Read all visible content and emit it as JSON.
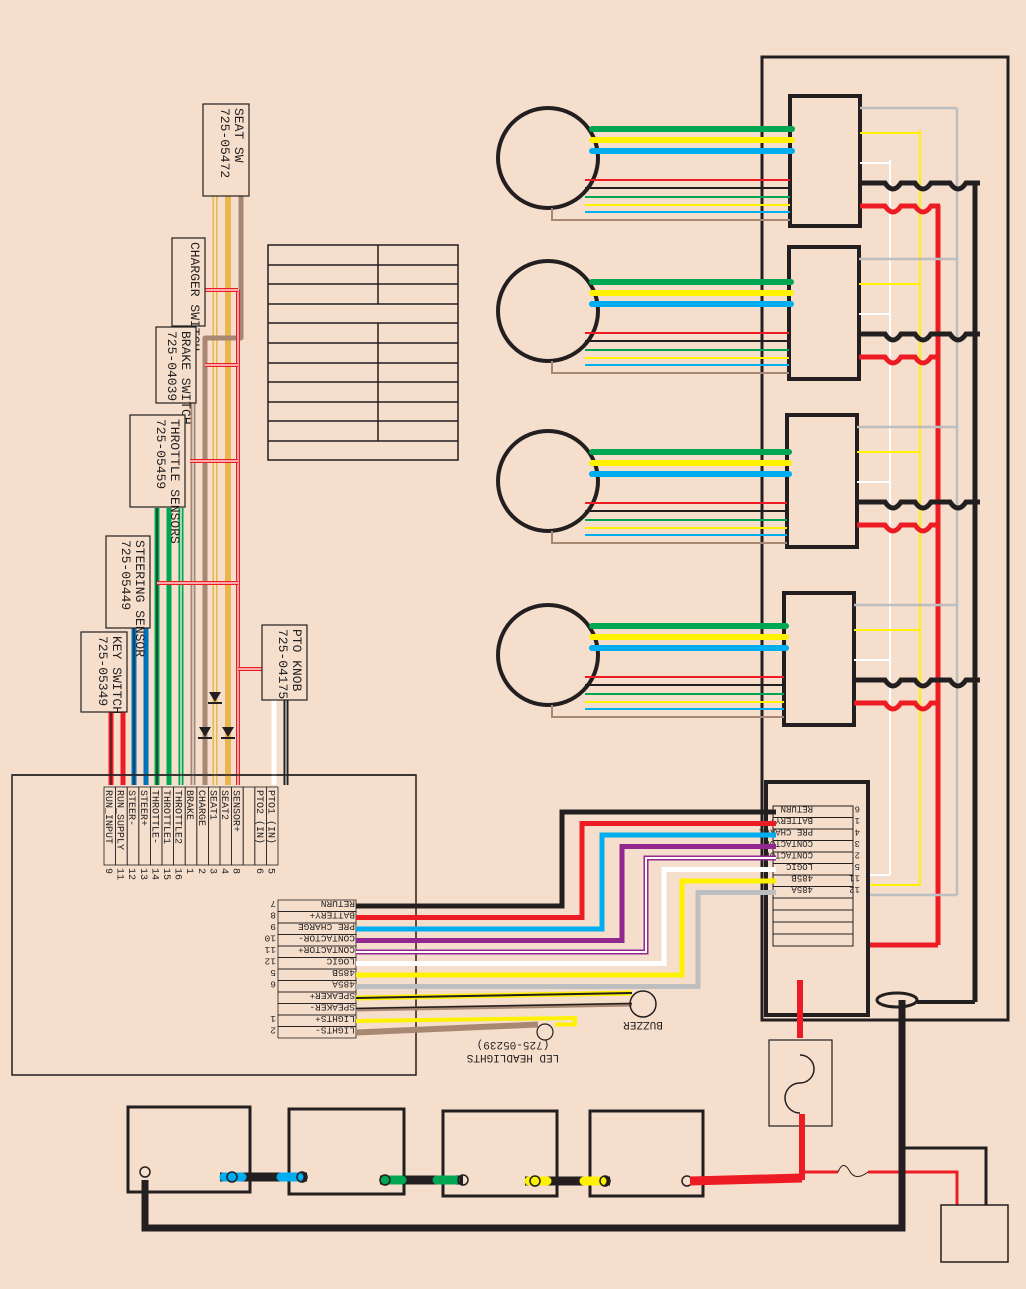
{
  "colors": {
    "background": "#f5dfcc",
    "black": "#231f20",
    "red": "#ed1c24",
    "green": "#00a651",
    "yellow": "#fff200",
    "blue": "#00aeef",
    "dark_blue": "#0072bc",
    "purple": "#92278f",
    "orange": "#e8b64c",
    "tan": "#a88872",
    "gray": "#bcbec0",
    "white": "#ffffff"
  },
  "components": {
    "seat_switch": {
      "name": "SEAT SW",
      "part": "725-05472"
    },
    "charger_switch": {
      "name": "CHARGER SWITCH",
      "part": ""
    },
    "brake_switch": {
      "name": "BRAKE SWITCH",
      "part": "725-04039"
    },
    "throttle_sensors": {
      "name": "THROTTLE SENSORS",
      "part": "725-05459"
    },
    "steering_sensor": {
      "name": "STEERING SENSOR",
      "part": "725-05449"
    },
    "key_switch": {
      "name": "KEY SWITCH",
      "part": "725-05349"
    },
    "pto_knob": {
      "name": "PTO KNOB",
      "part": "725-04175"
    },
    "buzzer": {
      "name": "BUZZER"
    },
    "led_headlights": {
      "name": "LED HEADLIGHTS",
      "part": "(725-05239)"
    }
  },
  "controller_top_pins": [
    {
      "label": "RUN_INPUT",
      "pin": "9",
      "wire": "RED/BLK",
      "color": "#ed1c24"
    },
    {
      "label": "RUN_SUPPLY",
      "pin": "11",
      "wire": "RED",
      "color": "#ed1c24"
    },
    {
      "label": "STEER-",
      "pin": "12",
      "wire": "BLU/BLK",
      "color": "#0072bc"
    },
    {
      "label": "STEER+",
      "pin": "13",
      "wire": "BLU",
      "color": "#0072bc"
    },
    {
      "label": "THROTTLE-",
      "pin": "14",
      "wire": "GRN/BLK",
      "color": "#00a651"
    },
    {
      "label": "THROTTLE1",
      "pin": "15",
      "wire": "GRN",
      "color": "#00a651"
    },
    {
      "label": "THROTTLE2",
      "pin": "16",
      "wire": "GRN/WHT",
      "color": "#00a651"
    },
    {
      "label": "BRAKE",
      "pin": "1",
      "wire": "BRN/WHT",
      "color": "#a88872"
    },
    {
      "label": "CHARGE",
      "pin": "2",
      "wire": "BRN",
      "color": "#a88872"
    },
    {
      "label": "SEAT1",
      "pin": "3",
      "wire": "ORG/WHT",
      "color": "#e8b64c"
    },
    {
      "label": "SEAT2",
      "pin": "4",
      "wire": "ORG",
      "color": "#e8b64c"
    },
    {
      "label": "SENSOR+",
      "pin": "8",
      "wire": "RED/WHT",
      "color": "#ed1c24"
    },
    {
      "label": "",
      "pin": "",
      "wire": "",
      "color": ""
    },
    {
      "label": "PTO2 (IN)",
      "pin": "6",
      "wire": "WHT/BLK",
      "color": "#ffffff"
    },
    {
      "label": "PTO1 (IN)",
      "pin": "5",
      "wire": "BLK/WHT",
      "color": "#231f20"
    }
  ],
  "controller_side_pins": [
    {
      "label": "RETURN",
      "pin": "7",
      "wire": "BLK",
      "color": "#231f20"
    },
    {
      "label": "BATTERY+",
      "pin": "8",
      "wire": "RED",
      "color": "#ed1c24"
    },
    {
      "label": "PRE_CHARGE",
      "pin": "9",
      "wire": "CYAN",
      "color": "#00aeef"
    },
    {
      "label": "CONTACTOR-",
      "pin": "10",
      "wire": "PUR",
      "color": "#92278f"
    },
    {
      "label": "CONTACTOR+",
      "pin": "11",
      "wire": "PUR/WHT",
      "color": "#92278f"
    },
    {
      "label": "LOGIC",
      "pin": "12",
      "wire": "WHT",
      "color": "#ffffff"
    },
    {
      "label": "485B",
      "pin": "5",
      "wire": "YEL",
      "color": "#fff200"
    },
    {
      "label": "485A",
      "pin": "6",
      "wire": "GRY",
      "color": "#bcbec0"
    },
    {
      "label": "SPEAKER+",
      "pin": "",
      "wire": "YEL/BLK",
      "color": "#fff200"
    },
    {
      "label": "SPEAKER-",
      "pin": "",
      "wire": "TAN",
      "color": "#a88872"
    },
    {
      "label": "LIGHTS+",
      "pin": "1",
      "wire": "YEL/WHT",
      "color": "#fff200"
    },
    {
      "label": "LIGHTS-",
      "pin": "2",
      "wire": "TAN",
      "color": "#a88872"
    }
  ],
  "hub_connector_pins": [
    {
      "label": "RETURN",
      "pin": "6"
    },
    {
      "label": "BATTERY+",
      "pin": "1"
    },
    {
      "label": "PRE_CHARGE",
      "pin": "4"
    },
    {
      "label": "CONTACTOR-",
      "pin": "3"
    },
    {
      "label": "CONTACTOR+",
      "pin": "2"
    },
    {
      "label": "LOGIC",
      "pin": "5"
    },
    {
      "label": "485B",
      "pin": "11"
    },
    {
      "label": "485A",
      "pin": "12"
    }
  ],
  "motor_count": 4,
  "battery_count": 4
}
